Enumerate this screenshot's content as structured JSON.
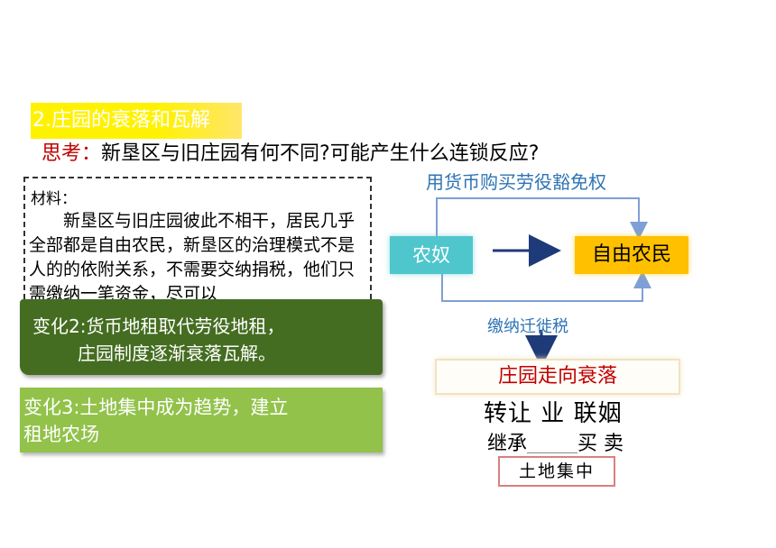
{
  "section_title": "2.庄园的衰落和瓦解",
  "think": {
    "label": "思考：",
    "question": "新垦区与旧庄园有何不同?可能产生什么连锁反应?"
  },
  "material": {
    "label": "材料：",
    "text": "新垦区与旧庄园彼此不相干，居民几乎全部都是自由农民，新垦区的治理模式不是人的的依附关系，不需要交纳捐税，他们只需缴纳一笔资金，尽可以"
  },
  "change2": {
    "line1": "变化2:货币地租取代劳役地租，",
    "line2": "庄园制度逐渐衰落瓦解。"
  },
  "change3": {
    "line1": "变化3:土地集中成为趋势，建立",
    "line2": "租地农场"
  },
  "diagram": {
    "top_label": "用货币购买劳役豁免权",
    "serf": "农奴",
    "free_peasant": "自由农民",
    "bottom_label": "缴纳迁徙税",
    "decline": "庄园走向衰落",
    "row1_a": "转让",
    "row1_b": "业",
    "row1_c": "联姻",
    "row2_a": "继承",
    "row2_b": "买 卖",
    "land": "土地集中"
  },
  "colors": {
    "title_bg": "#fff200",
    "think_label": "#c00000",
    "change2_bg": "#456d21",
    "change3_bg": "#92c24a",
    "serf_bg": "#4fc6cc",
    "free_bg": "#ffc000",
    "flow_line": "#7f9fd6",
    "label_blue": "#2e74b5",
    "decline_text": "#c00000"
  }
}
